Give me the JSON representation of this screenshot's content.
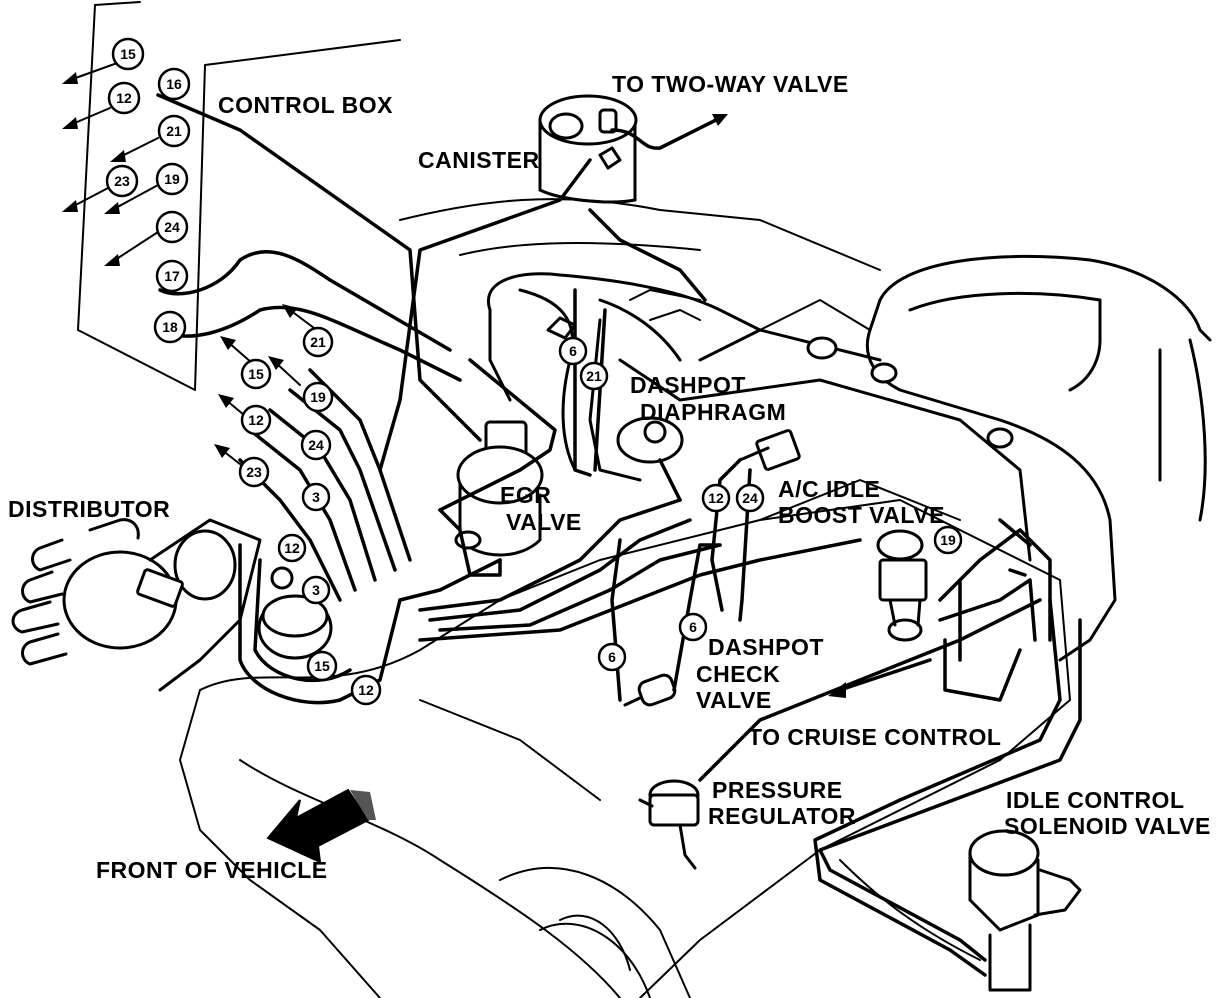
{
  "labels": {
    "control_box": "CONTROL BOX",
    "to_two_way_valve": "TO TWO-WAY VALVE",
    "canister": "CANISTER",
    "distributor": "DISTRIBUTOR",
    "dashpot_diaphragm_1": "DASHPOT",
    "dashpot_diaphragm_2": "DIAPHRAGM",
    "egr_valve_1": "EGR",
    "egr_valve_2": "VALVE",
    "ac_idle_boost_1": "A/C IDLE",
    "ac_idle_boost_2": "BOOST VALVE",
    "dashpot_check_1": "DASHPOT",
    "dashpot_check_2": "CHECK",
    "dashpot_check_3": "VALVE",
    "to_cruise_control": "TO CRUISE CONTROL",
    "pressure_regulator_1": "PRESSURE",
    "pressure_regulator_2": "REGULATOR",
    "idle_control_1": "IDLE CONTROL",
    "idle_control_2": "SOLENOID VALVE",
    "front_of_vehicle": "FRONT OF VEHICLE"
  },
  "hose_tags": {
    "cb_15": "15",
    "cb_12": "12",
    "cb_16": "16",
    "cb_21": "21",
    "cb_23": "23",
    "cb_19": "19",
    "cb_24": "24",
    "cb_17": "17",
    "cb_18": "18",
    "h_21": "21",
    "h_15": "15",
    "h_19": "19",
    "h_12": "12",
    "h_24": "24",
    "h_23": "23",
    "h_3": "3",
    "d_12": "12",
    "d_3": "3",
    "d_15": "15",
    "d_12b": "12",
    "c_6": "6",
    "c_21": "21",
    "v_12": "12",
    "v_24": "24",
    "v_19": "19",
    "ck_6": "6",
    "ck_6b": "6"
  }
}
